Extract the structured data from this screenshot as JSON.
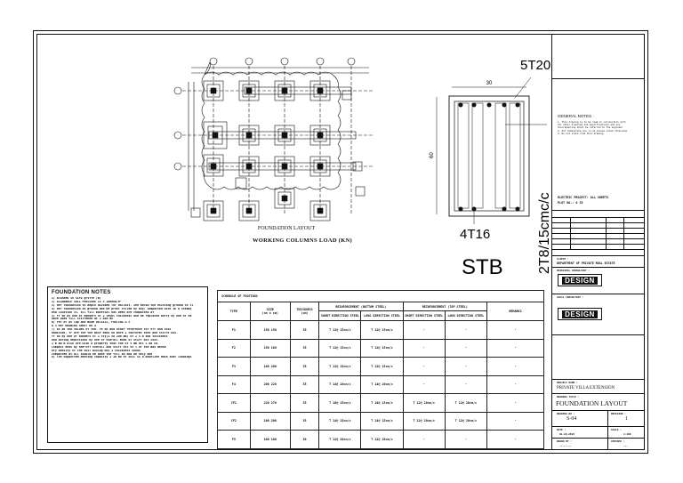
{
  "drawing": {
    "plan_caption": "FOUNDATION LAYOUT",
    "plan_subcaption": "WORKING COLUMNS LOAD (KN)",
    "section": {
      "top_bars": "5T20",
      "bottom_bars": "4T16",
      "stirrups": "2T8/15cmc/c",
      "label": "STB",
      "width_dim": "30",
      "height_dim": "60"
    }
  },
  "notes": {
    "title": "FOUNDATION NOTES",
    "lines": [
      "1) Blinded in situ griffe (m)",
      "2) ALLOWABLE SOIL PRESSURE IS = 1000KN/M²",
      "3) Ref foundation to depth divided for ballast. See below the existing ground to cl",
      "4) Ref foundation on ground and be proof rolled by boy; compacted with in a steady",
      "   end location 5%. all fill material has been are compacted at",
      "5) Fr on by one of bonders of 2 level thickness and be replaced burry by one of ne",
      "   have used fill stiffened at 2 dim ms",
      "6) ref er at lap and BEAM DETAILS, FOOTING & 5",
      "& 5 REF DRAWING SHEET NO 4",
      "7) At do the values of the. re on and other reference for off and this",
      "   addition, fr are the the most ends on more 2 conforms that and stiffn dis.",
      "   fr on by one of bonders of 2 sty(1 50 200 mm) of 1 5 m and thickness",
      "   and boring depictions by one of overall ends of stiff dis cost.",
      "   2 m am m also are with a property that the of 5 mm etc 1 da cd.",
      "   Compact ends by one-off overall and stiff etc 95 % of the max dense",
      "   dry density of the soil mixing boy 1 thickness shows",
      "   compacted at all should be done the fill an and be only one",
      "8) The supported bearing capacity 1 16 mo of soil is a baseline data that loadings"
    ]
  },
  "schedule": {
    "title": "SCHEDULE OF FOOTINGS",
    "headers": {
      "type": "TYPE",
      "size": "SIZE",
      "size_unit": "(cm x cm)",
      "thickness": "THICKNESS",
      "thickness_unit": "(cm)",
      "reinf_bottom": "REINFORCEMENT (BOTTOM STEEL)",
      "reinf_top": "REINFORCEMENT (TOP STEEL)",
      "short": "SHORT DIRECTION STEEL",
      "long": "LONG DIRECTION STEEL",
      "remarks": "REMARKS"
    },
    "rows": [
      [
        "F1",
        "150 150",
        "35",
        "T 12@ 15cm/c",
        "T 12@ 15cm/c",
        "-",
        "-",
        "-"
      ],
      [
        "F2",
        "150 180",
        "35",
        "T 12@ 15cm/c",
        "T 12@ 15cm/c",
        "-",
        "-",
        "-"
      ],
      [
        "F3",
        "160 200",
        "35",
        "T 12@ 15cm/c",
        "T 12@ 15cm/c",
        "-",
        "-",
        "-"
      ],
      [
        "F4",
        "200 220",
        "35",
        "T 14@ 20cm/c",
        "T 14@ 20cm/c",
        "-",
        "-",
        "-"
      ],
      [
        "CF1",
        "220 270",
        "35",
        "T 16@ 15cm/c",
        "T 16@ 15cm/c",
        "T 12@ 20cm/c",
        "T 12@ 20cm/c",
        "-"
      ],
      [
        "CF2",
        "160 200",
        "35",
        "T 14@ 15cm/c",
        "T 14@ 15cm/c",
        "T 12@ 20cm/c",
        "T 12@ 20cm/c",
        "-"
      ],
      [
        "F5",
        "100 100",
        "30",
        "T 12@ 20cm/c",
        "T 12@ 20cm/c",
        "-",
        "-",
        "-"
      ]
    ]
  },
  "title_block": {
    "general_notes_title": "GENERAL NOTES :",
    "general_notes_lines": [
      "1. This drawing is to be read in conjunction with",
      "   all other drawings and specifications and any",
      "   discrepancies shall be referred to the engineer",
      "2. All dimensions are in cm unless noted otherwise",
      "3. Do not scale from this drawing"
    ],
    "section_label": "ELECTRIC PROJECT: ALL SHEETS",
    "plot_info": "PLOT NO.: 0 35",
    "client": "CLIENT :",
    "client_name": "DEPARTMENT OF PRIVATE REAL ESTATE",
    "consultant_label": "PRINCIPAL CONSULTANT :",
    "logo_text": "DESIGN",
    "local_consultant_label": "LOCAL CONSULTANT :",
    "project_label": "PROJECT NAME :",
    "project_name": "PRIVATE VILLA EXTENSION",
    "drawing_label": "DRAWING TITLE :",
    "drawing_title": "FOUNDATION LAYOUT",
    "drawing_no_label": "DRAWING NO :",
    "drawing_no": "S-04",
    "rev_label": "REVISION :",
    "rev": "1",
    "date_label": "DATE :",
    "date": "01-10-2018",
    "scale_label": "SCALE :",
    "scale": "1:100",
    "drawn_label": "DRAWN BY :",
    "drawn": "--------",
    "checked_label": "CHECKED :",
    "checked": "---"
  }
}
